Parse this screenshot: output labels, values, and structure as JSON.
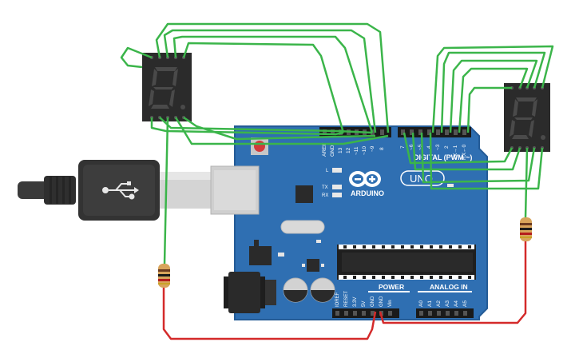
{
  "board": {
    "digital_pins": [
      "AREF",
      "GND",
      "13",
      "12",
      "~11",
      "~10",
      "~9",
      "8",
      "7",
      "~6",
      "~5",
      "4",
      "~3",
      "2",
      "TX→1",
      "RX←0"
    ],
    "digital_label": "DIGITAL (PWM ~)",
    "led_labels": [
      "L",
      "TX",
      "RX"
    ],
    "brand": "ARDUINO",
    "model": "UNO",
    "power_label": "POWER",
    "power_pins": [
      "IOREF",
      "RESET",
      "3.3V",
      "5V",
      "GND",
      "GND",
      "Vin"
    ],
    "analog_label": "ANALOG IN",
    "analog_pins": [
      "A0",
      "A1",
      "A2",
      "A3",
      "A4",
      "A5"
    ]
  },
  "displays": [
    {
      "name": "left-seven-segment-display",
      "digit": "8."
    },
    {
      "name": "right-seven-segment-display",
      "digit": "8."
    }
  ],
  "colors": {
    "board": "#2f6fb2",
    "board_edge": "#245b96",
    "wire_signal": "#3bb54a",
    "wire_power": "#d42a2a",
    "display_body": "#2b2b2b",
    "segment_off": "#4a4a4a",
    "usb_cable": "#3a3a3a"
  },
  "icons": [
    "usb-b-connector-icon",
    "arduino-infinity-logo-icon",
    "resistor-icon",
    "electrolytic-capacitor-icon",
    "barrel-jack-icon",
    "reset-button-icon"
  ]
}
